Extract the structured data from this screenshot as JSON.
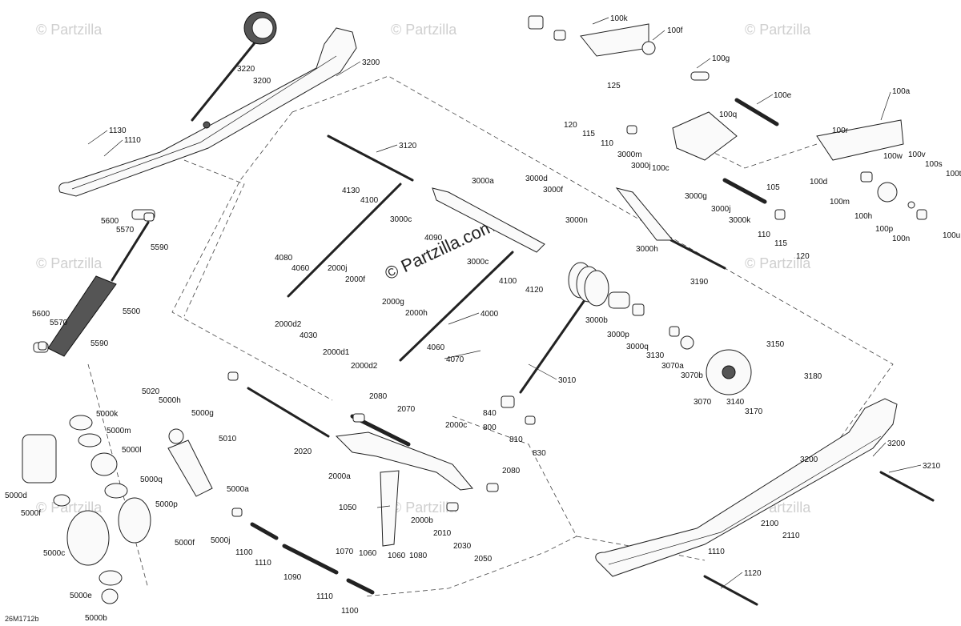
{
  "watermark": {
    "text": "© Partzilla",
    "center_text": "© Partzilla.com"
  },
  "diagram_code": "26M1712b",
  "callouts": [
    "100k",
    "100f",
    "100g",
    "125",
    "100e",
    "120",
    "115",
    "110",
    "100q",
    "100c",
    "100a",
    "100r",
    "3000m",
    "3000j",
    "3000g",
    "3000j",
    "3000k",
    "105",
    "110",
    "115",
    "120",
    "100d",
    "100m",
    "100w",
    "100v",
    "100s",
    "100t",
    "100h",
    "100p",
    "100n",
    "100u",
    "3000h",
    "3190",
    "3220",
    "3200",
    "3200",
    "1130",
    "1110",
    "3120",
    "4130",
    "4100",
    "3000a",
    "3000d",
    "3000f",
    "3000c",
    "4090",
    "3000n",
    "3000c",
    "4100",
    "4120",
    "5600",
    "5570",
    "5590",
    "4080",
    "4060",
    "2000j",
    "2000f",
    "2000g",
    "2000h",
    "4030",
    "2000d1",
    "2000d2",
    "2000d2",
    "4000",
    "5500",
    "5600",
    "5570",
    "5590",
    "3000b",
    "3000p",
    "3000q",
    "3130",
    "3070a",
    "3070b",
    "3070",
    "3140",
    "3150",
    "3180",
    "3170",
    "4060",
    "4070",
    "3010",
    "5020",
    "5000h",
    "5000k",
    "5000g",
    "5000m",
    "5000l",
    "5010",
    "5000q",
    "5000a",
    "5000p",
    "5000d",
    "5000f",
    "5000c",
    "5000f",
    "5000j",
    "5000e",
    "5000b",
    "2080",
    "2070",
    "2020",
    "2000c",
    "840",
    "800",
    "810",
    "830",
    "2000a",
    "2080",
    "1050",
    "2000b",
    "2010",
    "2030",
    "2050",
    "1070",
    "1060",
    "1060",
    "1080",
    "1100",
    "1110",
    "1090",
    "1110",
    "1100",
    "3200",
    "3200",
    "3210",
    "2100",
    "2110",
    "1110",
    "1120"
  ]
}
